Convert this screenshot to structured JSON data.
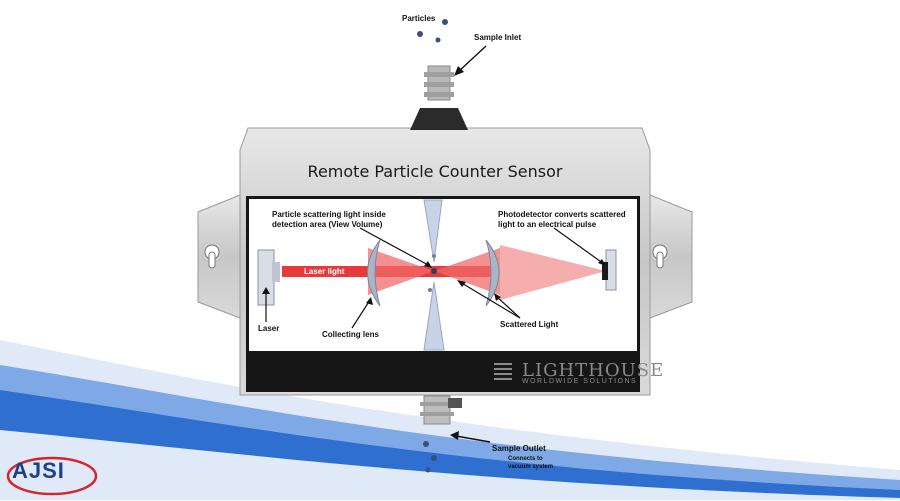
{
  "title": "Remote Particle Counter Sensor",
  "labels": {
    "particles": "Particles",
    "sample_inlet": "Sample Inlet",
    "scattering_line1": "Particle scattering light inside",
    "scattering_line2": "detection area (View Volume)",
    "photodetector_line1": "Photodetector converts scattered",
    "photodetector_line2": "light to an electrical pulse",
    "laser_light": "Laser light",
    "laser": "Laser",
    "collecting_lens": "Collecting lens",
    "scattered_light": "Scattered Light",
    "sample_outlet": "Sample Outlet",
    "connects_line1": "Connects to",
    "connects_line2": "vacuum system"
  },
  "brand": {
    "name": "LIGHTHOUSE",
    "tagline": "WORLDWIDE SOLUTIONS"
  },
  "logo": {
    "text": "AJSI"
  },
  "colors": {
    "laser_beam": "#e83a3a",
    "scatter_cone": "#f26b6b",
    "housing": "#c9c9c9",
    "panel_dark": "#161616",
    "wave_blue": "#2f6fd0",
    "logo_red": "#d6252a",
    "logo_blue": "#1f3f8a"
  }
}
